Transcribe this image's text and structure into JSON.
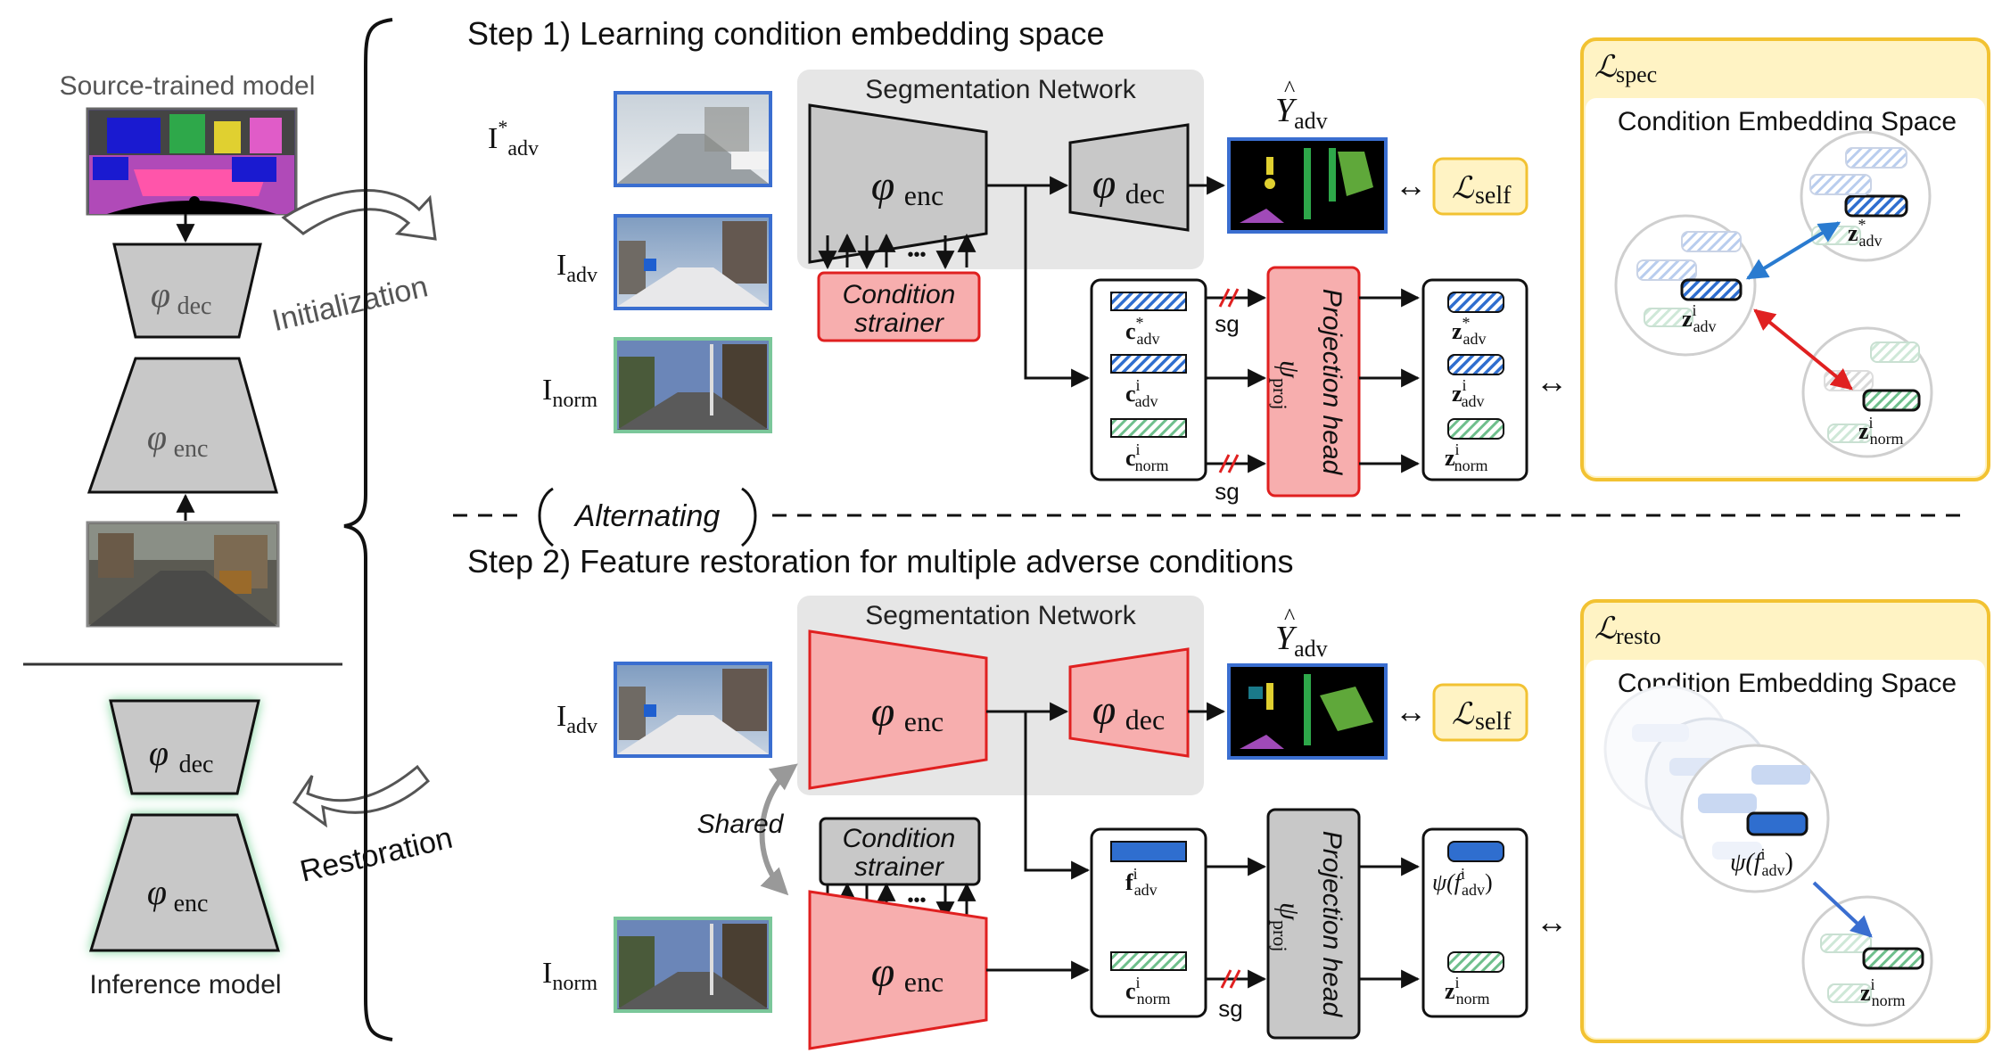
{
  "left": {
    "source_label": "Source-trained model",
    "init_label": "Initialization",
    "restore_label": "Restoration",
    "inference_label": "Inference model",
    "dec_symbol": "φ",
    "dec_sub": "dec",
    "enc_symbol": "φ",
    "enc_sub": "enc"
  },
  "step1": {
    "title": "Step 1) Learning condition embedding space",
    "seg_label": "Segmentation Network",
    "inputs": [
      {
        "base": "I",
        "sub": "adv",
        "sup": "*"
      },
      {
        "base": "I",
        "sub": "adv",
        "sup": ""
      },
      {
        "base": "I",
        "sub": "norm",
        "sup": ""
      }
    ],
    "enc_sub": "enc",
    "dec_sub": "dec",
    "strainer_line1": "Condition",
    "strainer_line2": "strainer",
    "dots": "•••",
    "yhat_base": "Y",
    "yhat_sub": "adv",
    "self_loss_sub": "self",
    "features": [
      {
        "base": "c",
        "sub": "adv",
        "sup": "*"
      },
      {
        "base": "c",
        "sub": "adv",
        "sup": "i"
      },
      {
        "base": "c",
        "sub": "norm",
        "sup": "i"
      }
    ],
    "sg": "sg",
    "proj_label": "Projection head",
    "proj_symbol": "ψ",
    "proj_sub": "proj",
    "embeds": [
      {
        "base": "z",
        "sub": "adv",
        "sup": "*"
      },
      {
        "base": "z",
        "sub": "adv",
        "sup": "i"
      },
      {
        "base": "z",
        "sub": "norm",
        "sup": "i"
      }
    ],
    "loss_sub": "spec",
    "space_label": "Condition Embedding Space"
  },
  "alternating": "Alternating",
  "step2": {
    "title": "Step 2) Feature restoration for multiple adverse conditions",
    "seg_label": "Segmentation Network",
    "shared": "Shared",
    "inputs": [
      {
        "base": "I",
        "sub": "adv",
        "sup": ""
      },
      {
        "base": "I",
        "sub": "norm",
        "sup": ""
      }
    ],
    "strainer_line1": "Condition",
    "strainer_line2": "strainer",
    "dots": "•••",
    "features": [
      {
        "base": "f",
        "sub": "adv",
        "sup": "i"
      },
      {
        "base": "c",
        "sub": "norm",
        "sup": "i"
      }
    ],
    "sg": "sg",
    "proj_label": "Projection head",
    "proj_symbol": "ψ",
    "proj_sub": "proj",
    "embeds": [
      {
        "text": "ψ(f",
        "sub": "adv",
        "sup": "i",
        "close": ")"
      },
      {
        "base": "z",
        "sub": "norm",
        "sup": "i"
      }
    ],
    "loss_sub": "resto",
    "space_label": "Condition Embedding Space",
    "psi_text": "ψ(f",
    "psi_sub": "adv",
    "psi_sup": "i",
    "psi_close": ")"
  },
  "bidir": "↔",
  "colors": {
    "red_fill": "#f7aeae",
    "red_stroke": "#e02020",
    "gray_fill": "#c8c8c8",
    "seg_bg": "#e6e6e6",
    "yellow_fill": "#fff3c4",
    "yellow_stroke": "#f2c232",
    "blue": "#2f6ecf",
    "green": "#5aa877"
  }
}
